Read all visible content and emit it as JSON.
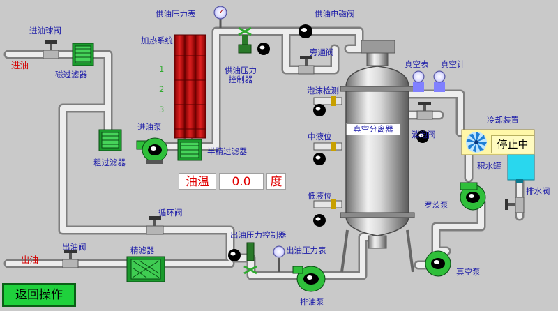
{
  "labels": {
    "inlet": "进油",
    "outlet": "出油",
    "inlet_ball_valve": "进油球阀",
    "magnetic_filter": "磁过滤器",
    "heating_system": "加热系统",
    "supply_pressure_gauge": "供油压力表",
    "supply_solenoid_valve": "供油电磁阀",
    "bypass_valve": "旁通阀",
    "supply_pressure_controller_1": "供油压力",
    "supply_pressure_controller_2": "控制器",
    "vacuum_gauge_meter": "真空表",
    "vacuum_meter": "真空计",
    "foam_detect": "泡沫检测",
    "mid_level": "中液位",
    "low_level": "低液位",
    "vacuum_separator": "真空分离器",
    "defoam_valve": "消泡阀",
    "cooling_device": "冷却装置",
    "water_tank": "积水罐",
    "drain_valve": "排水阀",
    "roots_pump": "罗茨泵",
    "vacuum_pump": "真空泵",
    "coarse_filter": "粗过滤器",
    "inlet_pump": "进油泵",
    "semi_fine_filter": "半精过滤器",
    "circulation_valve": "循环阀",
    "outlet_valve": "出油阀",
    "fine_filter": "精滤器",
    "outlet_pressure_controller": "出油压力控制器",
    "outlet_pressure_gauge": "出油压力表",
    "discharge_pump": "排油泵",
    "heater_steps": [
      "1",
      "2",
      "3"
    ]
  },
  "temperature": {
    "label": "油温",
    "value": "0.0",
    "unit": "度"
  },
  "status": {
    "cooling": "停止中"
  },
  "buttons": {
    "return": "返回操作"
  },
  "colors": {
    "background": "#c9c9c9",
    "pipe": "#e6e6e6",
    "filter_green": "#1a9a2c",
    "heater_red": "#c81414",
    "pump_green": "#2fbf3a",
    "button_green": "#1fd13c",
    "label_blue": "#1a1aa8",
    "label_red": "#d40000"
  }
}
